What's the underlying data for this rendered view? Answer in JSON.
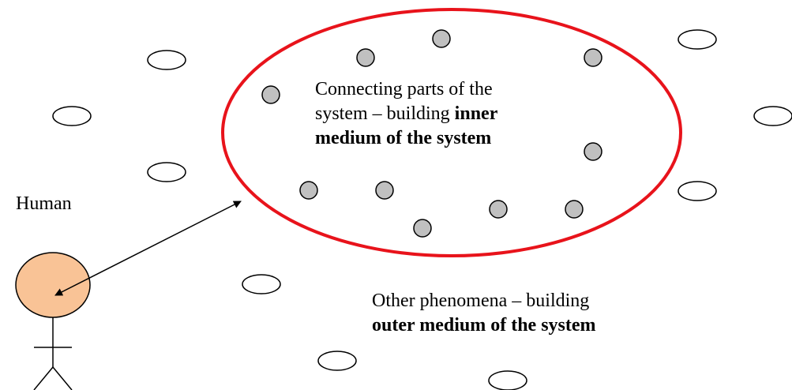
{
  "human": {
    "label": "Human",
    "color": "#f9c396"
  },
  "inner_medium": {
    "line1": "Connecting parts of the",
    "line2_plain": "system – building ",
    "line2_bold": "inner",
    "line3_bold": "medium of the system",
    "boundary_color": "#e8131b",
    "part_color": "#c0c0c0"
  },
  "outer_medium": {
    "line1": "Other phenomena – building",
    "line2_bold": "outer medium of the system"
  }
}
